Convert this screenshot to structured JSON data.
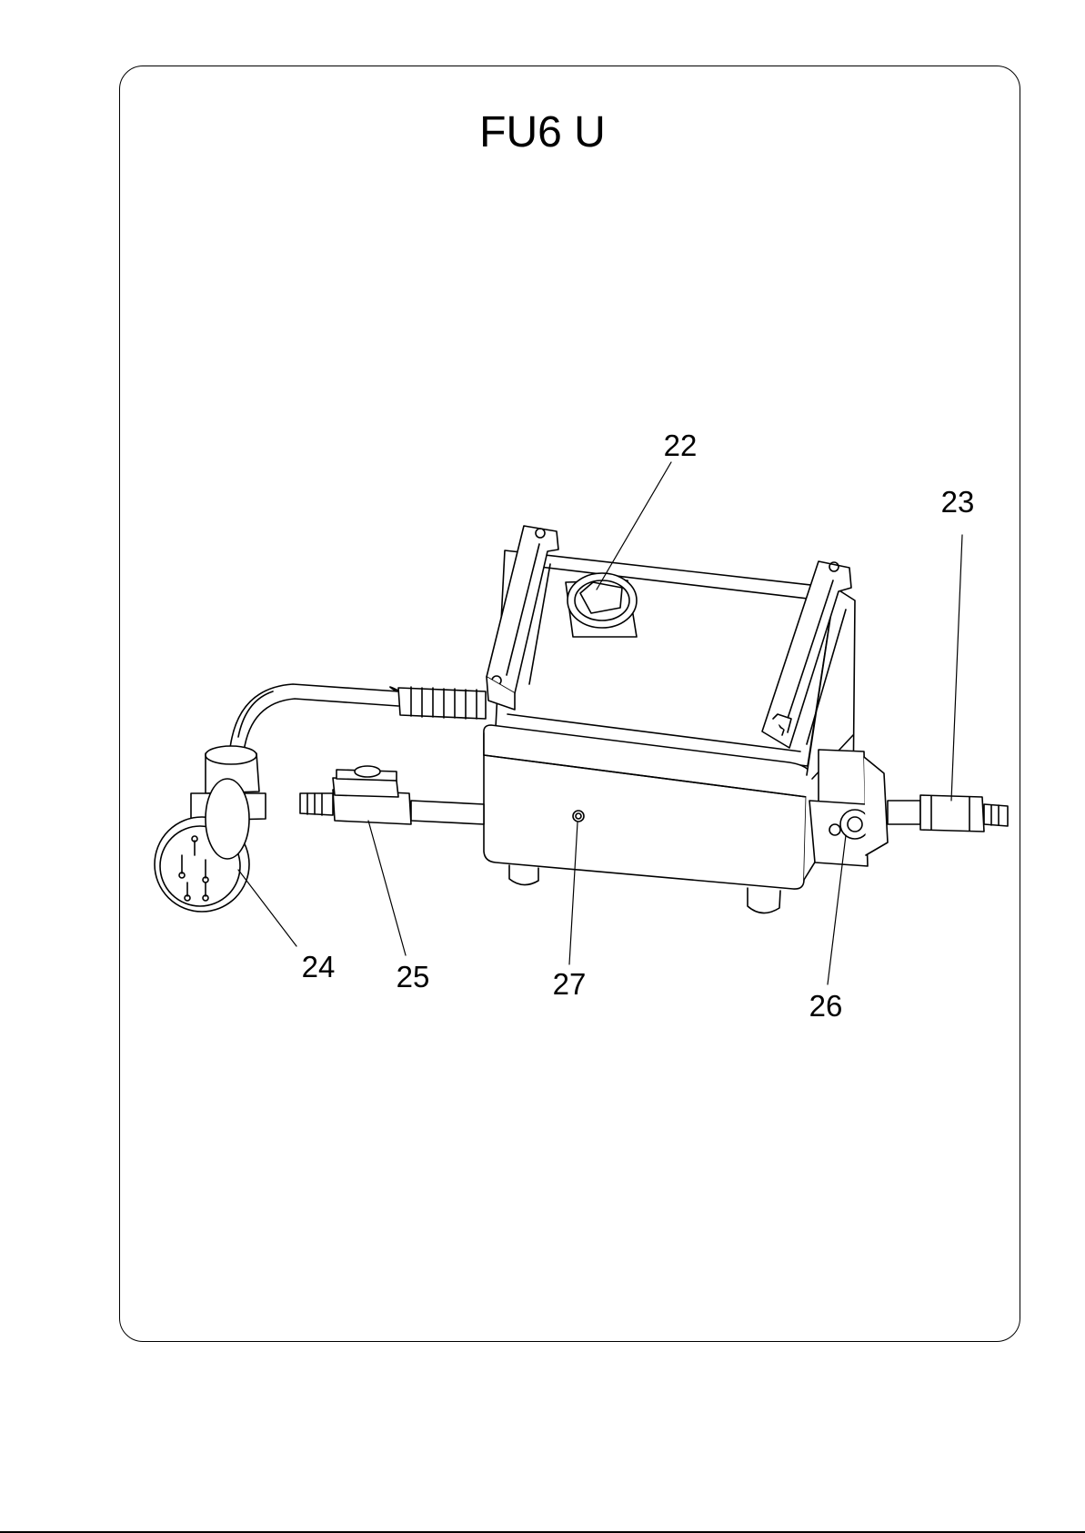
{
  "title": "FU6 U",
  "callouts": {
    "c22": "22",
    "c23": "23",
    "c24": "24",
    "c25": "25",
    "c26": "26",
    "c27": "27"
  }
}
